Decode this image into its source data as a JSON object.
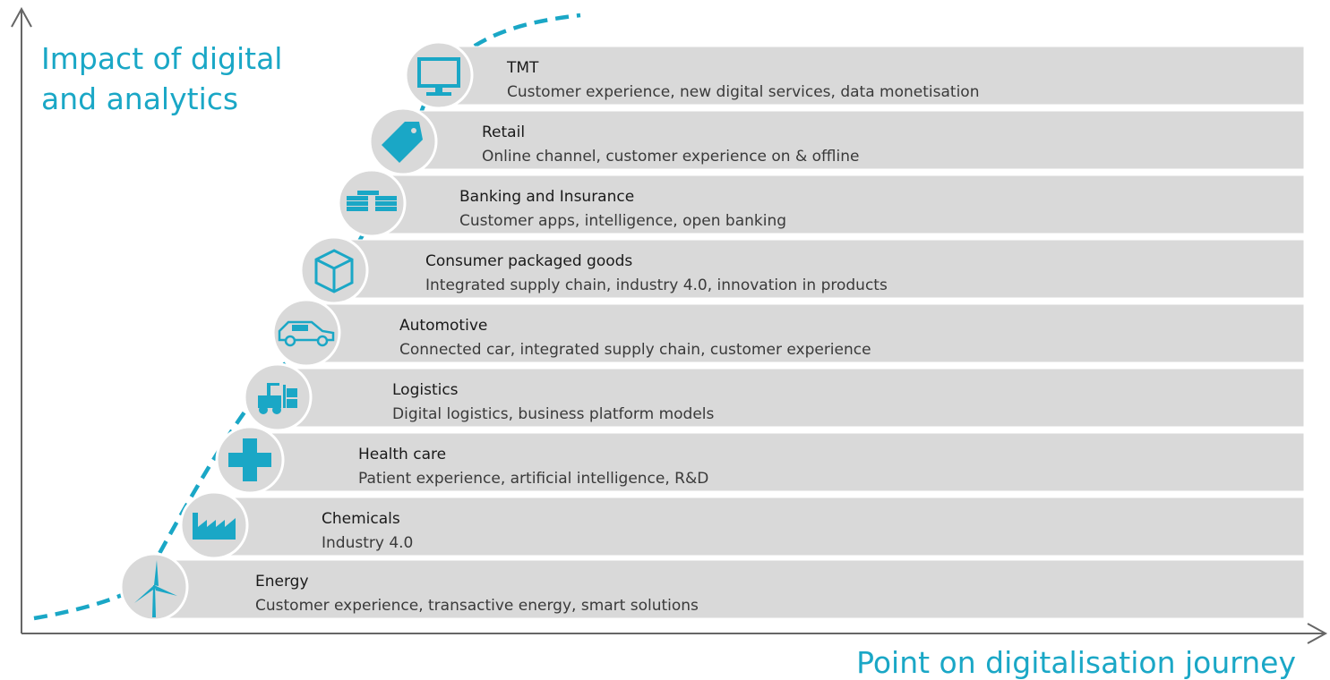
{
  "axes": {
    "y_label_line1": "Impact of digital",
    "y_label_line2": "and analytics",
    "x_label": "Point on digitalisation journey"
  },
  "colors": {
    "accent": "#1aa7c6",
    "bar_fill": "#d9d9d9",
    "circle_fill": "#d9d9d9",
    "axis": "#666666"
  },
  "industries": [
    {
      "title": "Energy",
      "description": "Customer experience, transactive energy, smart solutions",
      "icon": "wind-turbine-icon"
    },
    {
      "title": "Chemicals",
      "description": "Industry 4.0",
      "icon": "factory-icon"
    },
    {
      "title": "Health care",
      "description": "Patient experience, artificial intelligence, R&D",
      "icon": "medical-cross-icon"
    },
    {
      "title": "Logistics",
      "description": "Digital logistics, business platform models",
      "icon": "forklift-icon"
    },
    {
      "title": "Automotive",
      "description": "Connected car, integrated supply chain, customer experience",
      "icon": "car-icon"
    },
    {
      "title": "Consumer packaged goods",
      "description": "Integrated supply chain, industry 4.0, innovation in products",
      "icon": "package-box-icon"
    },
    {
      "title": "Banking and Insurance",
      "description": "Customer apps, intelligence, open banking",
      "icon": "money-stacks-icon"
    },
    {
      "title": "Retail",
      "description": "Online channel, customer experience on & offline",
      "icon": "price-tag-icon"
    },
    {
      "title": "TMT",
      "description": "Customer experience, new digital services, data monetisation",
      "icon": "computer-monitor-icon"
    }
  ]
}
